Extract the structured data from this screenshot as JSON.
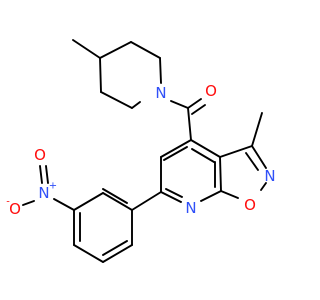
{
  "labels": {
    "n_piperidine": "N",
    "o_carbonyl": "O",
    "n_pyridine": "N",
    "n_isoxazole": "N",
    "o_isoxazole": "O",
    "n_nitro": "N",
    "n_nitro_charge": "+",
    "o_nitro_double": "O",
    "o_nitro_single": "O",
    "o_nitro_single_charge": "-"
  },
  "colors": {
    "bond": "#000000",
    "nitrogen": "#3050F8",
    "oxygen": "#FF0D0D"
  }
}
